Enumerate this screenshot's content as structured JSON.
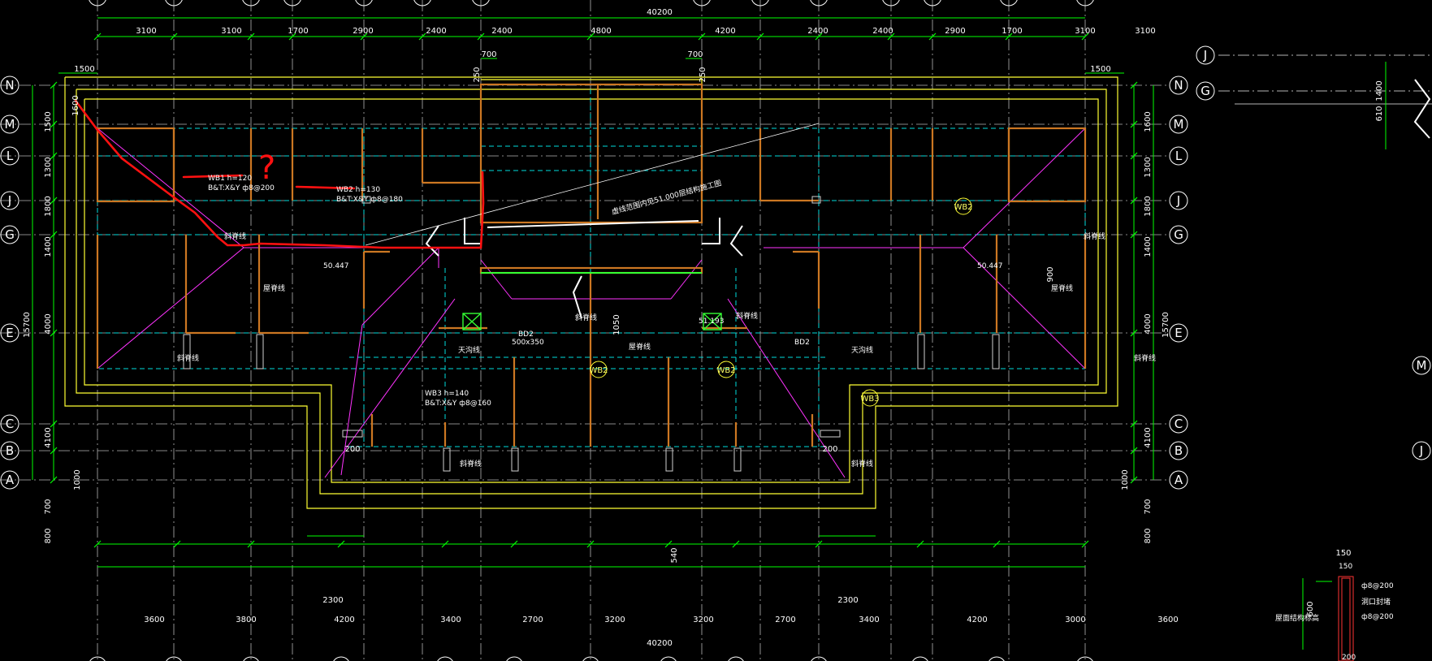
{
  "drawing": {
    "total_dim_top": "40200",
    "total_dim_bottom": "40200",
    "top_dims": [
      "3100",
      "3100",
      "1700",
      "2900",
      "2400",
      "2400",
      "4800",
      "4200",
      "2400",
      "2400",
      "2900",
      "1700",
      "3100",
      "3100"
    ],
    "bottom_dims": [
      "3600",
      "3800",
      "4200",
      "3400",
      "2700",
      "3200",
      "3200",
      "2700",
      "3400",
      "4200",
      "3000",
      "3600"
    ],
    "left_dims": [
      "1500",
      "1300",
      "1800",
      "1400",
      "4000",
      "4100",
      "1000",
      "700",
      "800"
    ],
    "right_dims": [
      "1600",
      "1300",
      "1800",
      "1400",
      "4000",
      "4100",
      "1000",
      "700",
      "800"
    ],
    "side_total_left": "15700",
    "side_total_right": "15700",
    "row_axes": [
      "N",
      "M",
      "L",
      "J",
      "G",
      "E",
      "C",
      "B",
      "A"
    ],
    "right_detail_axes": [
      "J",
      "G",
      "M",
      "J"
    ],
    "small_dims": [
      "1500",
      "1500",
      "700",
      "700",
      "250",
      "250",
      "1600",
      "200",
      "200",
      "2300",
      "2300",
      "540",
      "1050",
      "900",
      "150",
      "1400",
      "610",
      "600"
    ],
    "slab_labels": [
      "WB2",
      "WB2",
      "WB2",
      "WB3"
    ],
    "notes": {
      "wb1": "WB1 h=120",
      "wb1_rebar": "B&T:X&Y ф8@200",
      "wb2": "WB2 h=130",
      "wb2_rebar": "B&T:X&Y ф8@180",
      "wb3": "WB3 h=140",
      "wb3_rebar": "B&T:X&Y ф8@160",
      "diagonal_note": "虚线范围内见51.000层结构施工图",
      "elev_left": "50.447",
      "elev_right": "50.447",
      "elev_mid": "51.193",
      "question": "?",
      "bd2_left": "BD2",
      "bd2_left_size": "500x350",
      "bd2_right": "BD2",
      "slope": "斜脊线",
      "level": "屋脊线",
      "gutter": "天沟线",
      "detail_1": "ф8@200",
      "detail_2": "洞口封堵",
      "detail_3": "ф8@200",
      "detail_4": "屋面结构标高",
      "detail_5": "150",
      "detail_6": "200"
    },
    "colors": {
      "background": "#000000",
      "grid": "#c8c8c8",
      "dims": "#00ff00",
      "walls": "#cc7722",
      "outline": "#ffff00",
      "rebar": "#ff33ff",
      "cyan": "#00ffff",
      "markup": "#ff0000"
    }
  }
}
